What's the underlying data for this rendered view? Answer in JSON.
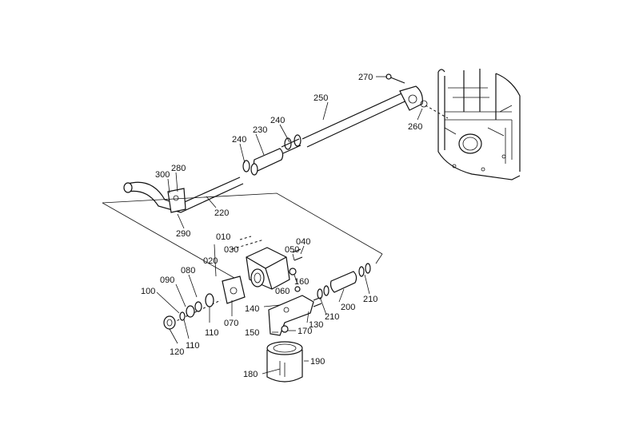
{
  "diagram": {
    "labels": {
      "p010": "010",
      "p020": "020",
      "p030": "030",
      "p040": "040",
      "p050": "050",
      "p060": "060",
      "p070": "070",
      "p080": "080",
      "p090": "090",
      "p100": "100",
      "p110a": "110",
      "p110b": "110",
      "p120": "120",
      "p130": "130",
      "p140": "140",
      "p150": "150",
      "p160": "160",
      "p170": "170",
      "p180": "180",
      "p190": "190",
      "p200": "200",
      "p210a": "210",
      "p210b": "210",
      "p220": "220",
      "p230": "230",
      "p240a": "240",
      "p240b": "240",
      "p250": "250",
      "p260": "260",
      "p270": "270",
      "p280": "280",
      "p290": "290",
      "p300": "300"
    }
  }
}
